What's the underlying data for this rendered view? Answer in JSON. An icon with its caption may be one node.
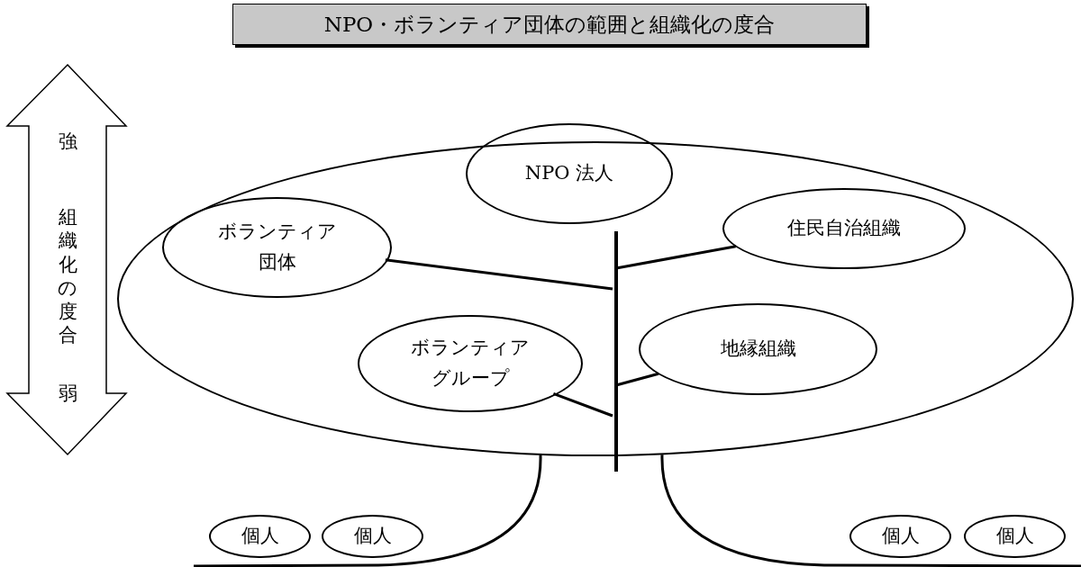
{
  "diagram": {
    "title": "NPO・ボランティア団体の範囲と組織化の度合",
    "nodes": [
      {
        "text": [],
        "shape": "ellipse"
      },
      {
        "text": [
          "NPO 法人"
        ],
        "in": 0
      },
      {
        "text": [
          "ボランティア団体"
        ],
        "in": 0
      },
      {
        "text": [
          "住民自治組織"
        ],
        "in": 0
      },
      {
        "text": [
          "ボランティアグループ"
        ],
        "in": 0
      },
      {
        "text": [
          "地縁組織"
        ],
        "in": 0
      },
      {
        "text": [],
        "shape": "bar",
        "in": 0
      },
      {
        "text": [
          "個人"
        ]
      },
      {
        "text": [
          "個人"
        ]
      },
      {
        "text": [
          "個人"
        ]
      },
      {
        "text": [
          "個人"
        ]
      }
    ],
    "edges": [
      {
        "from": 2,
        "to": 6,
        "arrow": "none"
      },
      {
        "from": 3,
        "to": 6,
        "arrow": "none"
      },
      {
        "from": 5,
        "to": 6,
        "arrow": "none"
      },
      {
        "from": 4,
        "to": 6,
        "arrow": "none"
      },
      {
        "from": 0,
        "to": null,
        "arrow": "none"
      },
      {
        "from": 0,
        "to": null,
        "arrow": "none"
      }
    ],
    "labels": [
      "強",
      "組織化の度合",
      "弱"
    ]
  }
}
